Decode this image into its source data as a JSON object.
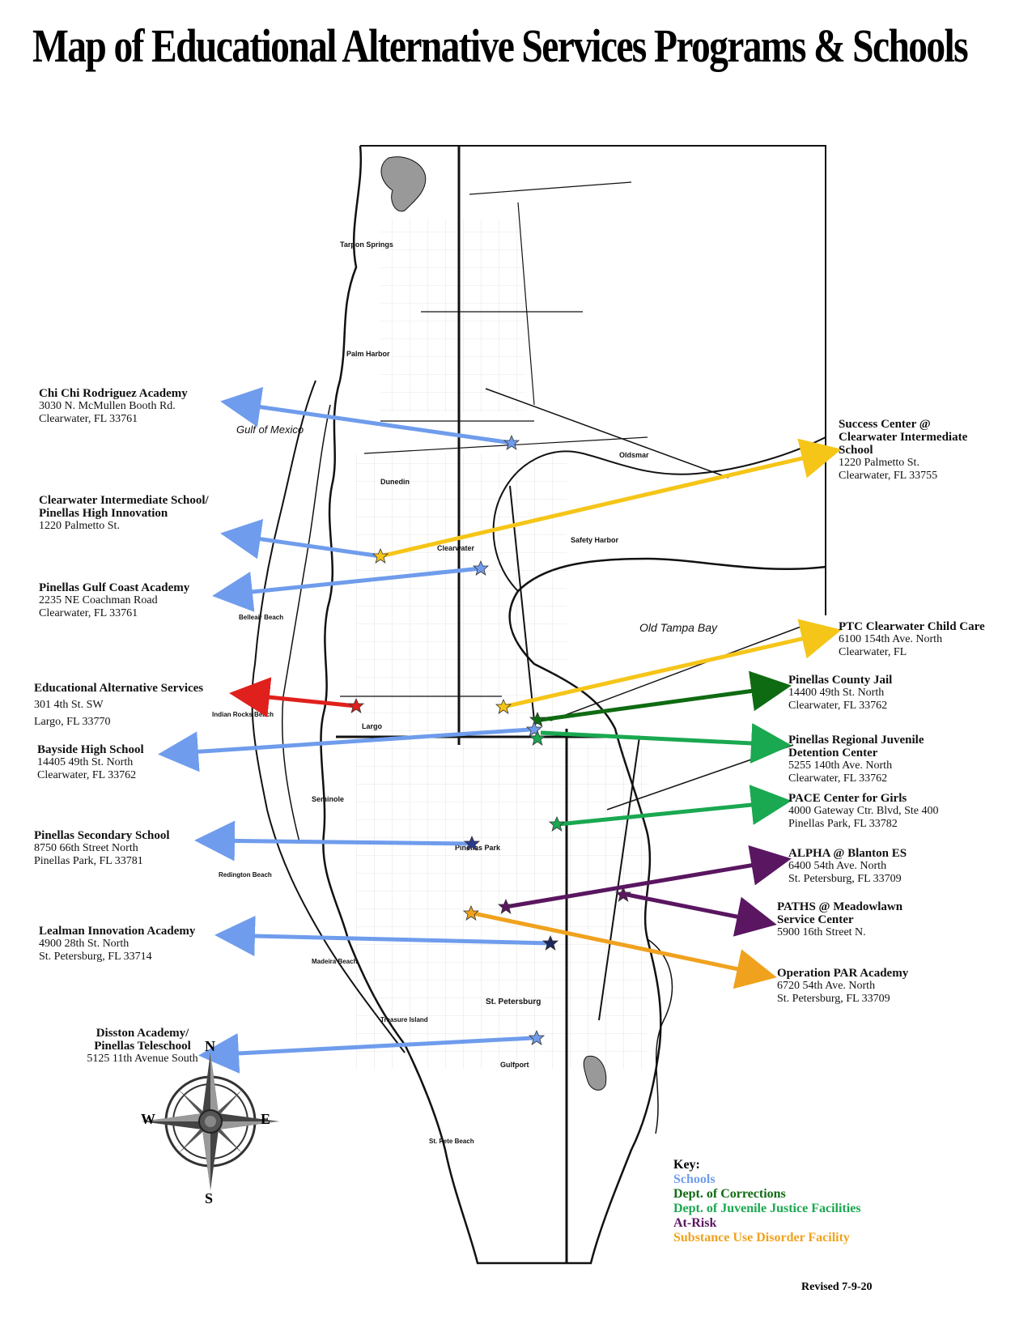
{
  "title": "Map of Educational Alternative Services Programs & Schools",
  "colors": {
    "schools": "#6f9cec",
    "corrections": "#0f6b12",
    "juvenile": "#1aa850",
    "at_risk": "#5a1660",
    "substance": "#f0a21e",
    "yellow": "#f5c518",
    "eas": "#e0201c"
  },
  "left_labels": [
    {
      "name": "Chi Chi Rodriguez Academy",
      "lines": [
        "3030 N. McMullen Booth Rd.",
        "Clearwater, FL 33761"
      ]
    },
    {
      "name": "Clearwater Intermediate School/",
      "name2": "Pinellas High Innovation",
      "lines": [
        "1220 Palmetto St."
      ]
    },
    {
      "name": "Pinellas Gulf Coast Academy",
      "lines": [
        "2235 NE Coachman Road",
        "Clearwater, FL 33761"
      ]
    },
    {
      "name": "Educational Alternative Services",
      "lines": [
        "301 4th St. SW",
        "Largo, FL 33770"
      ]
    },
    {
      "name": "Bayside High School",
      "lines": [
        "14405 49th St. North",
        "Clearwater, FL  33762"
      ]
    },
    {
      "name": "Pinellas Secondary School",
      "lines": [
        "8750 66th Street North",
        "Pinellas Park, FL  33781"
      ]
    },
    {
      "name": "Lealman Innovation Academy",
      "lines": [
        "4900 28th St. North",
        "St. Petersburg, FL 33714"
      ]
    },
    {
      "name": "Disston Academy/",
      "name2": "Pinellas Teleschool",
      "lines": [
        "5125 11th Avenue South"
      ]
    }
  ],
  "right_labels": [
    {
      "name": "Success Center @",
      "name2": "Clearwater Intermediate",
      "name3": "School",
      "lines": [
        "1220 Palmetto St.",
        "Clearwater, FL 33755"
      ]
    },
    {
      "name": "PTC Clearwater Child Care",
      "lines": [
        "6100 154th Ave. North",
        "Clearwater, FL"
      ]
    },
    {
      "name": "Pinellas County Jail",
      "lines": [
        "14400 49th St. North",
        "Clearwater, FL  33762"
      ]
    },
    {
      "name": "Pinellas Regional Juvenile",
      "name2": "Detention Center",
      "lines": [
        "5255 140th Ave. North",
        "Clearwater, FL 33762"
      ]
    },
    {
      "name": "PACE Center for Girls",
      "lines": [
        "4000 Gateway Ctr. Blvd, Ste 400",
        "Pinellas Park, FL  33782"
      ]
    },
    {
      "name": "ALPHA @ Blanton ES",
      "lines": [
        "6400 54th Ave. North",
        "St. Petersburg, FL 33709"
      ]
    },
    {
      "name": "PATHS @ Meadowlawn",
      "name2": "Service Center",
      "lines": [
        "5900 16th Street N."
      ]
    },
    {
      "name": "Operation PAR Academy",
      "lines": [
        "6720 54th Ave. North",
        "St. Petersburg, FL 33709"
      ]
    }
  ],
  "map_labels": {
    "gulf": "Gulf of Mexico",
    "bay": "Old Tampa Bay",
    "tarpon": "Tarpon Springs",
    "palm_harbor": "Palm Harbor",
    "dunedin": "Dunedin",
    "clearwater": "Clearwater",
    "oldsmar": "Oldsmar",
    "safety_harbor": "Safety Harbor",
    "largo": "Largo",
    "seminole": "Seminole",
    "pinellas_park": "Pinellas Park",
    "st_pete": "St. Petersburg",
    "gulfport": "Gulfport",
    "treasure_island": "Treasure Island",
    "madeira": "Madeira Beach",
    "belleair": "Belleair Beach",
    "indian_rocks": "Indian Rocks Beach",
    "redington": "Redington Beach",
    "st_pete_beach": "St. Pete Beach"
  },
  "compass": {
    "n": "N",
    "s": "S",
    "e": "E",
    "w": "W"
  },
  "key": {
    "title": "Key:",
    "items": [
      {
        "label": "Schools",
        "color": "#6f9cec"
      },
      {
        "label": "Dept. of Corrections",
        "color": "#0f6b12"
      },
      {
        "label": "Dept. of Juvenile Justice Facilities",
        "color": "#1aa850"
      },
      {
        "label": "At-Risk",
        "color": "#5a1660"
      },
      {
        "label": "Substance Use Disorder Facility",
        "color": "#f0a21e"
      }
    ]
  },
  "revised": "Revised 7-9-20"
}
